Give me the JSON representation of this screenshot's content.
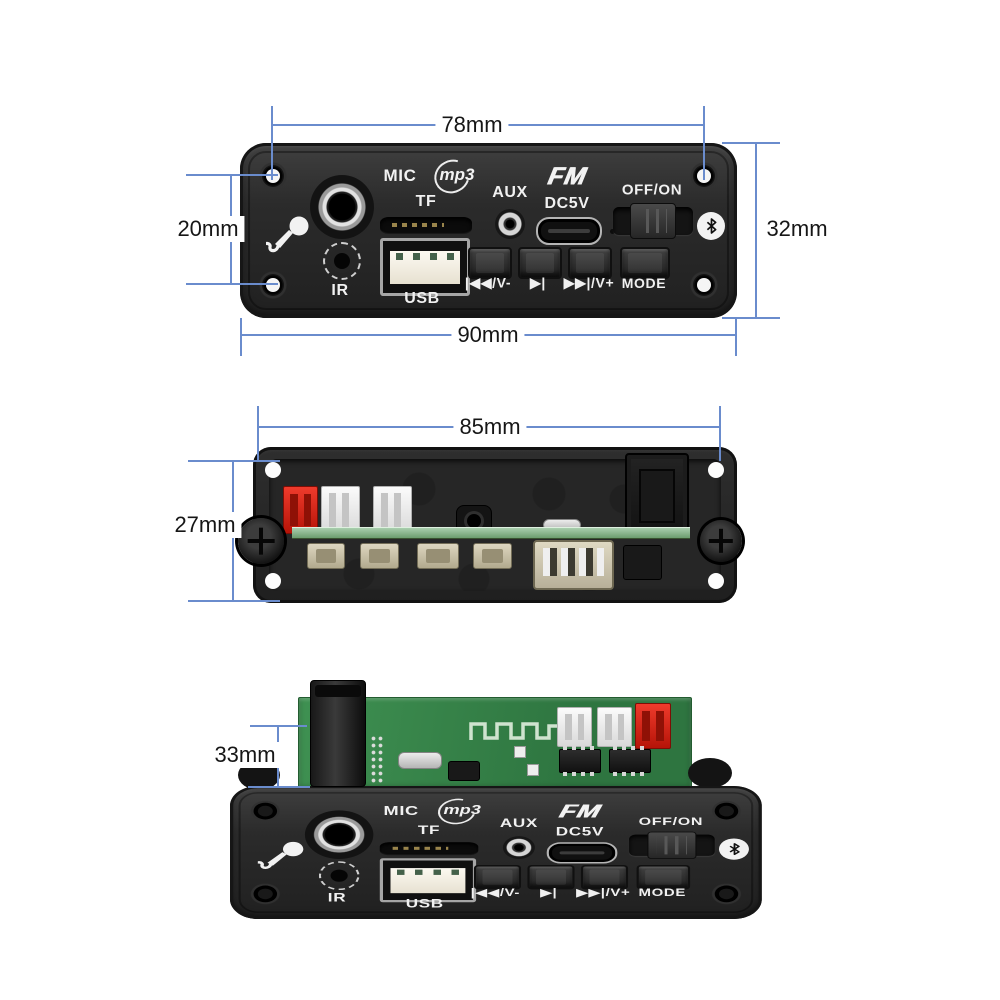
{
  "colors": {
    "dimension_line": "#6a8ccd",
    "panel_black": "#2c2c2c",
    "pcb_green": "#3f9152",
    "connector_red": "#d42a1e"
  },
  "front_panel": {
    "mic_label": "MIC",
    "mp3_logo": "mp3",
    "fm_logo": "FM",
    "tf_label": "TF",
    "aux_label": "AUX",
    "dc5v_label": "DC5V",
    "power_switch_label": "OFF/ON",
    "ir_label": "IR",
    "usb_label": "USB",
    "button_labels": {
      "prev": "|◀◀/V-",
      "play": "▶|",
      "next": "▶▶|/V+",
      "mode": "MODE"
    },
    "icons": {
      "microphone": "microphone-icon",
      "bluetooth": "bluetooth-icon"
    }
  },
  "dimensions": {
    "front_hole_width": "78mm",
    "front_hole_height": "20mm",
    "front_panel_height": "32mm",
    "front_panel_width": "90mm",
    "back_panel_width": "85mm",
    "back_panel_height": "27mm",
    "module_depth": "33mm"
  }
}
